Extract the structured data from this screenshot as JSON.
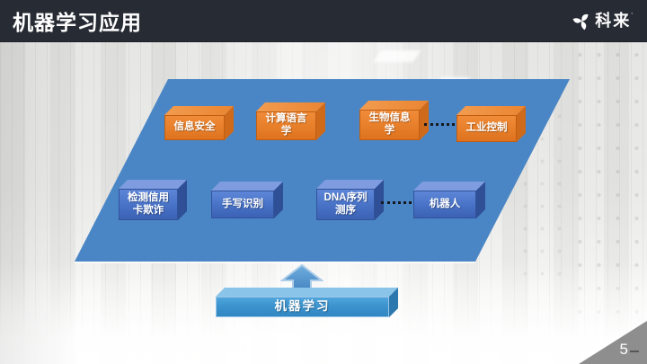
{
  "slide": {
    "header": {
      "title": "机器学习应用",
      "logo_text": "科来",
      "logo_tm": "’"
    },
    "diagram": {
      "top_row": [
        {
          "label": "信息安全"
        },
        {
          "label": "计算语言\n学"
        },
        {
          "label": "生物信息\n学"
        },
        {
          "label": "工业控制"
        }
      ],
      "bottom_row": [
        {
          "label": "检测信用\n卡欺诈"
        },
        {
          "label": "手写识别"
        },
        {
          "label": "DNA序列\n测序"
        },
        {
          "label": "机器人"
        }
      ],
      "base": {
        "label": "机器学习"
      }
    },
    "footer": {
      "page_number": "5"
    },
    "colors": {
      "header_bg": "#272C34",
      "panel_blue": "#4A86C5",
      "app_orange": "#E8802B",
      "app_blue": "#4A74C8",
      "base_blue": "#3D94D1",
      "corner_gray": "#8E8E8E"
    }
  }
}
